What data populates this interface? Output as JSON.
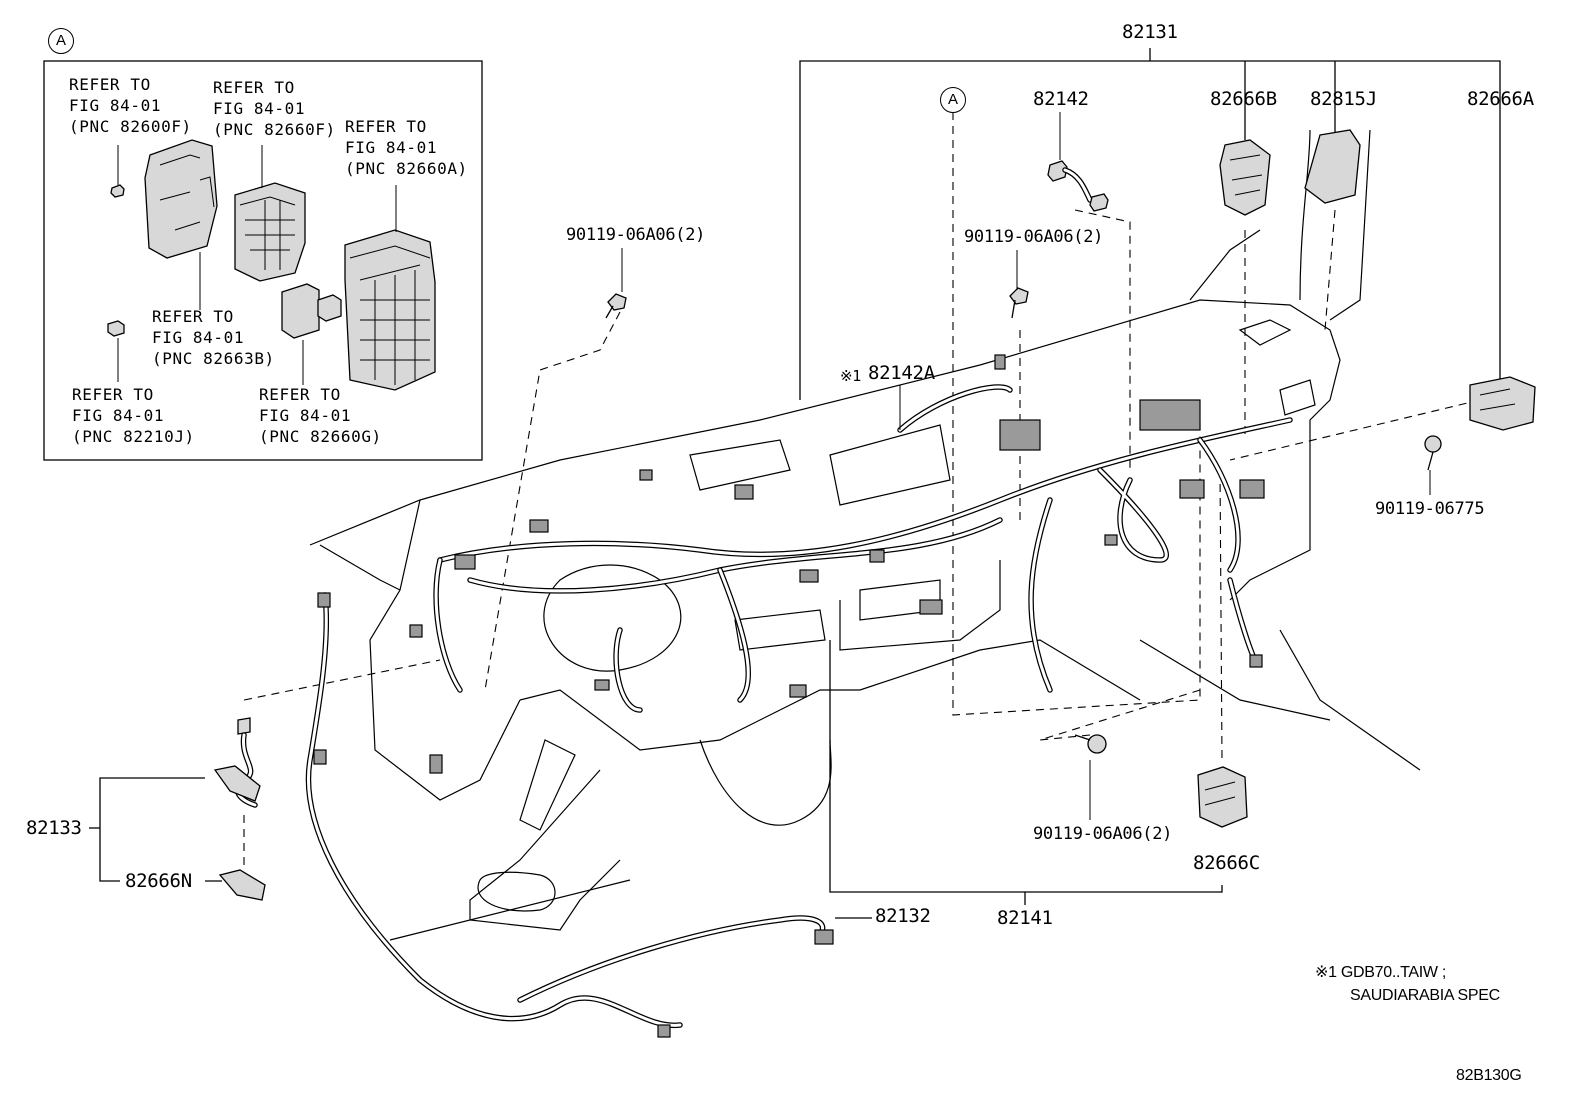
{
  "inset": {
    "marker": "A",
    "refs": [
      {
        "id": "ref-82600f",
        "text": "REFER TO\nFIG 84-01\n(PNC 82600F)"
      },
      {
        "id": "ref-82660f",
        "text": "REFER TO\nFIG 84-01\n(PNC 82660F)"
      },
      {
        "id": "ref-82660a",
        "text": "REFER TO\nFIG 84-01\n(PNC 82660A)"
      },
      {
        "id": "ref-82663b",
        "text": "REFER TO\nFIG 84-01\n(PNC 82663B)"
      },
      {
        "id": "ref-82210j",
        "text": "REFER TO\nFIG 84-01\n(PNC 82210J)"
      },
      {
        "id": "ref-82660g",
        "text": "REFER TO\nFIG 84-01\n(PNC 82660G)"
      }
    ]
  },
  "labels": {
    "p82131": "82131",
    "p82142": "82142",
    "p82666b": "82666B",
    "p82815j": "82815J",
    "p82666a": "82666A",
    "bolt_left": "90119-06A06(2)",
    "bolt_center": "90119-06A06(2)",
    "bolt_right": "90119-06775",
    "bolt_bottom": "90119-06A06(2)",
    "p82142a_mark": "※1",
    "p82142a": "82142A",
    "p82133": "82133",
    "p82666n": "82666N",
    "p82132": "82132",
    "p82141": "82141",
    "p82666c": "82666C",
    "marker_a": "A"
  },
  "note": {
    "line1": "※1 GDB70..TAIW ;",
    "line2": "SAUDIARABIA SPEC"
  },
  "figure_code": "82B130G"
}
